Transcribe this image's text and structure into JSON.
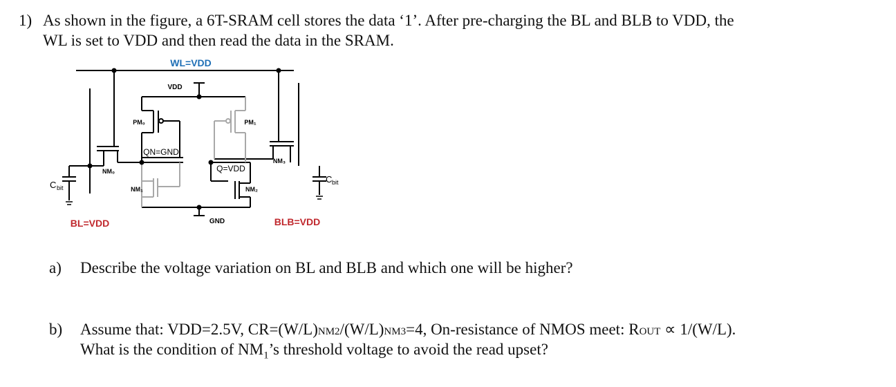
{
  "question": {
    "number": "1)",
    "line1": "As shown in the figure, a 6T-SRAM cell stores the data ‘1’. After pre-charging the BL and BLB to VDD, the",
    "line2": "WL is set to VDD and then read the data in the SRAM."
  },
  "figure": {
    "wl_label": "WL=VDD",
    "vdd_label": "VDD",
    "gnd_label": "GND",
    "pm0": "PM₀",
    "pm1": "PM₁",
    "nm0": "NM₀",
    "nm1": "NM₁",
    "nm2": "NM₂",
    "nm3": "NM₃",
    "qn_label": "QN=GND",
    "q_label": "Q=VDD",
    "cbit_left_main": "C",
    "cbit_left_sub": "bit",
    "cbit_right_main": "C",
    "cbit_right_sub": "bit",
    "bl_label": "BL=VDD",
    "blb_label": "BLB=VDD",
    "colors": {
      "wordline_label": "#1f6fb5",
      "bitline_label": "#c0282d",
      "inactive": "#a8a8a8",
      "wire": "#000000"
    }
  },
  "part_a": {
    "marker": "a)",
    "text": "Describe the voltage variation on BL and BLB and which one will be higher?"
  },
  "part_b": {
    "marker": "b)",
    "seg1": "Assume that: VDD=2.5V, CR=(W/L)",
    "sub1": "NM2",
    "seg2": "/(W/L)",
    "sub2": "NM3",
    "seg3": "=4, On-resistance of NMOS meet: R",
    "sub3": "OUT",
    "seg4": " ∝ 1/(W/L).",
    "line2_pre": "What is the condition of NM",
    "line2_sub": "1",
    "line2_post": "’s threshold voltage to avoid the read upset?"
  }
}
